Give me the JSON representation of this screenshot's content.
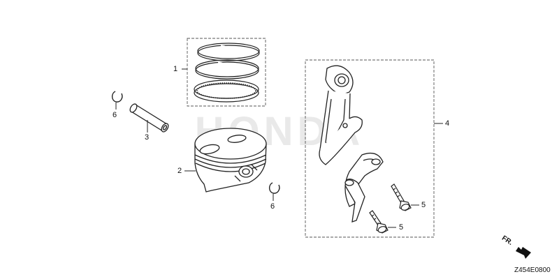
{
  "callouts": {
    "ring_set": "1",
    "piston": "2",
    "piston_pin": "3",
    "connecting_rod_assembly": "4",
    "bolt_upper": "5",
    "bolt_lower": "5",
    "clip_left": "6",
    "clip_right": "6"
  },
  "direction_label": "FR.",
  "diagram_code": "Z454E0800",
  "watermark": "HONDA"
}
